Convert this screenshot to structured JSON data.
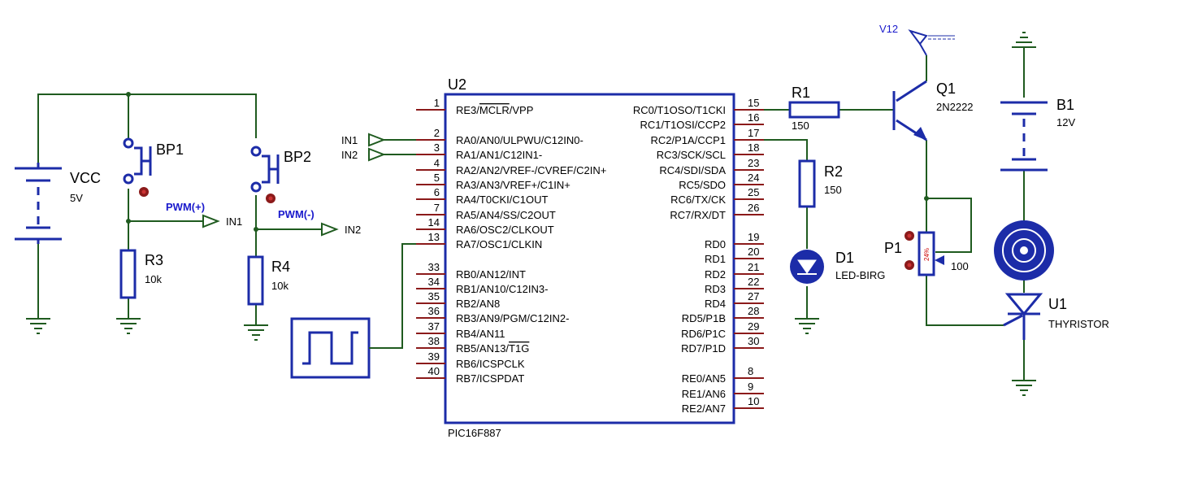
{
  "left": {
    "vcc": {
      "name": "VCC",
      "value": "5V"
    },
    "bp1": "BP1",
    "bp2": "BP2",
    "pwm_plus": "PWM(+)",
    "pwm_minus": "PWM(-)",
    "in1": "IN1",
    "in2": "IN2",
    "r3": {
      "name": "R3",
      "value": "10k"
    },
    "r4": {
      "name": "R4",
      "value": "10k"
    }
  },
  "mcu": {
    "ref": "U2",
    "part": "PIC16F887",
    "in1": "IN1",
    "in2": "IN2",
    "left": [
      {
        "num": "1",
        "pre": "RE3/",
        "over": "MCLR",
        "post": "/VPP"
      },
      {
        "num": "2",
        "name": "RA0/AN0/ULPWU/C12IN0-"
      },
      {
        "num": "3",
        "name": "RA1/AN1/C12IN1-"
      },
      {
        "num": "4",
        "name": "RA2/AN2/VREF-/CVREF/C2IN+"
      },
      {
        "num": "5",
        "name": "RA3/AN3/VREF+/C1IN+"
      },
      {
        "num": "6",
        "name": "RA4/T0CKI/C1OUT"
      },
      {
        "num": "7",
        "name": "RA5/AN4/SS/C2OUT"
      },
      {
        "num": "14",
        "name": "RA6/OSC2/CLKOUT"
      },
      {
        "num": "13",
        "name": "RA7/OSC1/CLKIN"
      },
      {
        "num": "33",
        "name": "RB0/AN12/INT"
      },
      {
        "num": "34",
        "name": "RB1/AN10/C12IN3-"
      },
      {
        "num": "35",
        "name": "RB2/AN8"
      },
      {
        "num": "36",
        "name": "RB3/AN9/PGM/C12IN2-"
      },
      {
        "num": "37",
        "name": "RB4/AN11"
      },
      {
        "num": "38",
        "pre": "RB5/AN13/",
        "over": "T1G"
      },
      {
        "num": "39",
        "name": "RB6/ICSPCLK"
      },
      {
        "num": "40",
        "name": "RB7/ICSPDAT"
      }
    ],
    "right": [
      {
        "num": "15",
        "name": "RC0/T1OSO/T1CKI"
      },
      {
        "num": "16",
        "name": "RC1/T1OSI/CCP2"
      },
      {
        "num": "17",
        "name": "RC2/P1A/CCP1"
      },
      {
        "num": "18",
        "name": "RC3/SCK/SCL"
      },
      {
        "num": "23",
        "name": "RC4/SDI/SDA"
      },
      {
        "num": "24",
        "name": "RC5/SDO"
      },
      {
        "num": "25",
        "name": "RC6/TX/CK"
      },
      {
        "num": "26",
        "name": "RC7/RX/DT"
      },
      {
        "num": "19",
        "name": "RD0"
      },
      {
        "num": "20",
        "name": "RD1"
      },
      {
        "num": "21",
        "name": "RD2"
      },
      {
        "num": "22",
        "name": "RD3"
      },
      {
        "num": "27",
        "name": "RD4"
      },
      {
        "num": "28",
        "name": "RD5/P1B"
      },
      {
        "num": "29",
        "name": "RD6/P1C"
      },
      {
        "num": "30",
        "name": "RD7/P1D"
      },
      {
        "num": "8",
        "name": "RE0/AN5"
      },
      {
        "num": "9",
        "name": "RE1/AN6"
      },
      {
        "num": "10",
        "name": "RE2/AN7"
      }
    ]
  },
  "right": {
    "r1": {
      "name": "R1",
      "value": "150"
    },
    "r2": {
      "name": "R2",
      "value": "150"
    },
    "d1": {
      "name": "D1",
      "value": "LED-BIRG"
    },
    "v12": "V12",
    "q1": {
      "name": "Q1",
      "value": "2N2222"
    },
    "b1": {
      "name": "B1",
      "value": "12V"
    },
    "p1": {
      "name": "P1",
      "value": "100",
      "percent": "24%"
    },
    "u1": {
      "name": "U1",
      "value": "THYRISTOR"
    }
  },
  "colors": {
    "wire": "#1f5b1f",
    "pin": "#8b1a1a",
    "component": "#1c2ca8",
    "label_accent": "#1a1acc"
  }
}
